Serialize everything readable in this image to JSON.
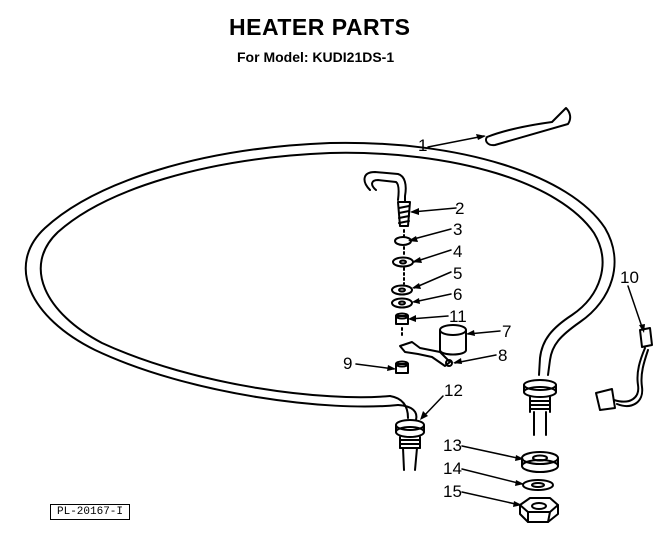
{
  "header": {
    "title": "HEATER PARTS",
    "subtitle": "For Model: KUDI21DS-1"
  },
  "plate_number": "PL-20167-I",
  "callouts": [
    {
      "key": "c1",
      "label": "1"
    },
    {
      "key": "c2",
      "label": "2"
    },
    {
      "key": "c3",
      "label": "3"
    },
    {
      "key": "c4",
      "label": "4"
    },
    {
      "key": "c5",
      "label": "5"
    },
    {
      "key": "c6",
      "label": "6"
    },
    {
      "key": "c11",
      "label": "11"
    },
    {
      "key": "c7",
      "label": "7"
    },
    {
      "key": "c8",
      "label": "8"
    },
    {
      "key": "c9",
      "label": "9"
    },
    {
      "key": "c10",
      "label": "10"
    },
    {
      "key": "c12",
      "label": "12"
    },
    {
      "key": "c13",
      "label": "13"
    },
    {
      "key": "c14",
      "label": "14"
    },
    {
      "key": "c15",
      "label": "15"
    }
  ],
  "colors": {
    "ink": "#000000",
    "paper": "#ffffff"
  }
}
